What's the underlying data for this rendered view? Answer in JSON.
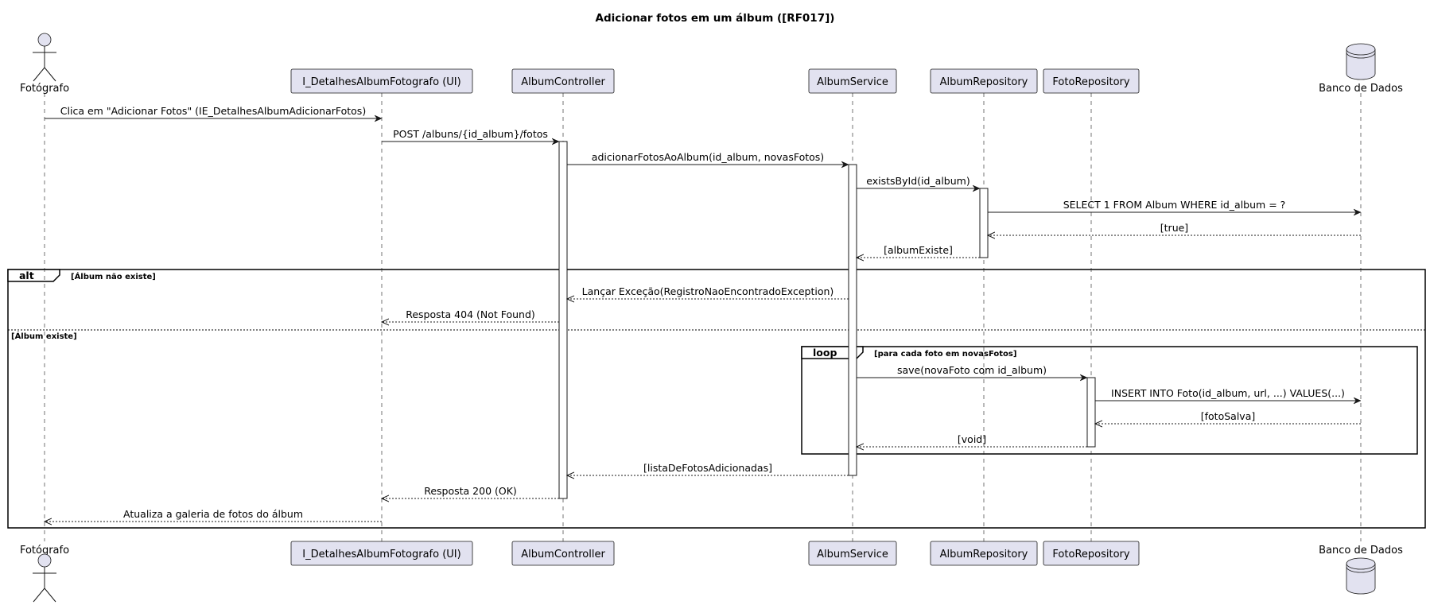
{
  "title": "Adicionar fotos em um álbum ([RF017])",
  "participants": [
    {
      "id": "fotografo",
      "label": "Fotógrafo",
      "kind": "actor"
    },
    {
      "id": "ui",
      "label": "I_DetalhesAlbumFotografo (UI)",
      "kind": "participant"
    },
    {
      "id": "controller",
      "label": "AlbumController",
      "kind": "participant"
    },
    {
      "id": "service",
      "label": "AlbumService",
      "kind": "participant"
    },
    {
      "id": "albumrepo",
      "label": "AlbumRepository",
      "kind": "participant"
    },
    {
      "id": "fotorepo",
      "label": "FotoRepository",
      "kind": "participant"
    },
    {
      "id": "db",
      "label": "Banco de Dados",
      "kind": "database"
    }
  ],
  "messages": [
    {
      "from": "fotografo",
      "to": "ui",
      "text": "Clica em \"Adicionar Fotos\" (IE_DetalhesAlbumAdicionarFotos)",
      "return": false
    },
    {
      "from": "ui",
      "to": "controller",
      "text": "POST /albuns/{id_album}/fotos",
      "return": false
    },
    {
      "from": "controller",
      "to": "service",
      "text": "adicionarFotosAoAlbum(id_album, novasFotos)",
      "return": false
    },
    {
      "from": "service",
      "to": "albumrepo",
      "text": "existsById(id_album)",
      "return": false
    },
    {
      "from": "albumrepo",
      "to": "db",
      "text": "SELECT 1 FROM Album WHERE id_album = ?",
      "return": false
    },
    {
      "from": "db",
      "to": "albumrepo",
      "text": "[true]",
      "return": true
    },
    {
      "from": "albumrepo",
      "to": "service",
      "text": "[albumExiste]",
      "return": true
    },
    {
      "from": "service",
      "to": "controller",
      "text": "Lançar Exceção(RegistroNaoEncontradoException)",
      "return": true
    },
    {
      "from": "controller",
      "to": "ui",
      "text": "Resposta 404 (Not Found)",
      "return": true
    },
    {
      "from": "service",
      "to": "fotorepo",
      "text": "save(novaFoto com id_album)",
      "return": false
    },
    {
      "from": "fotorepo",
      "to": "db",
      "text": "INSERT INTO Foto(id_album, url, ...) VALUES(...)",
      "return": false
    },
    {
      "from": "db",
      "to": "fotorepo",
      "text": "[fotoSalva]",
      "return": true
    },
    {
      "from": "fotorepo",
      "to": "service",
      "text": "[void]",
      "return": true
    },
    {
      "from": "service",
      "to": "controller",
      "text": "[listaDeFotosAdicionadas]",
      "return": true
    },
    {
      "from": "controller",
      "to": "ui",
      "text": "Resposta 200 (OK)",
      "return": true
    },
    {
      "from": "ui",
      "to": "fotografo",
      "text": "Atualiza a galeria de fotos do álbum",
      "return": true
    }
  ],
  "fragments": {
    "alt": {
      "keyword": "alt",
      "condition_1": "[Álbum não existe]",
      "condition_2": "[Álbum existe]"
    },
    "loop": {
      "keyword": "loop",
      "condition": "[para cada foto em novasFotos]"
    }
  },
  "colors": {
    "participant_fill": "#E2E2F0",
    "line": "#181818",
    "background": "#ffffff"
  }
}
